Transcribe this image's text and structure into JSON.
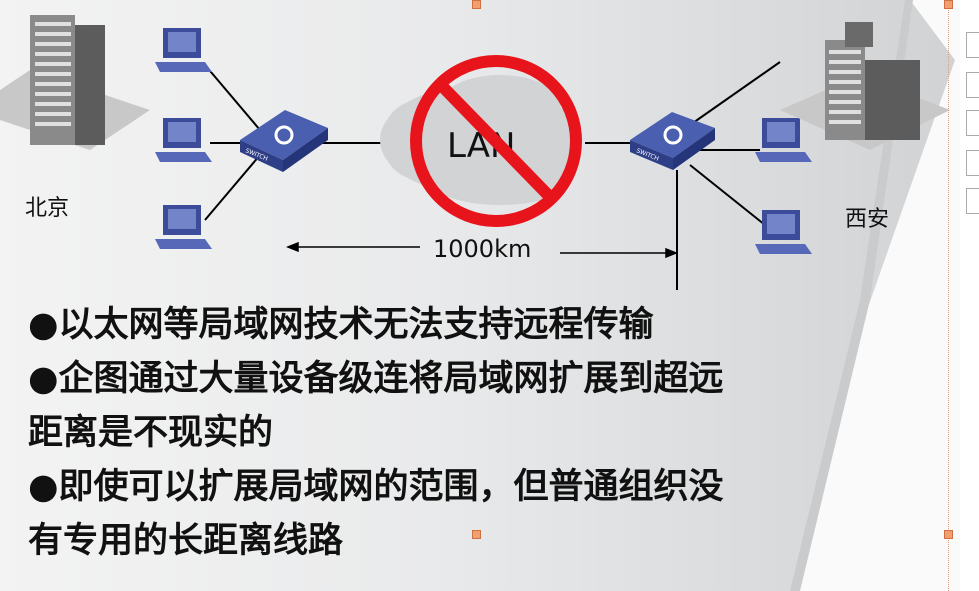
{
  "slide": {
    "diagram": {
      "left_city": "北京",
      "right_city": "西安",
      "cloud_label": "LAN",
      "distance_label": "1000km",
      "switch_label": "SWITCH",
      "prohibited_color": "#e8141b"
    },
    "bullets": [
      "●以太网等局域网技术无法支持远程传输",
      "●企图通过大量设备级连将局域网扩展到超远",
      "距离是不现实的",
      "●即使可以扩展局域网的范围，但普通组织没",
      "有专用的长距离线路"
    ]
  },
  "selection_handle_color": "#f0a070"
}
